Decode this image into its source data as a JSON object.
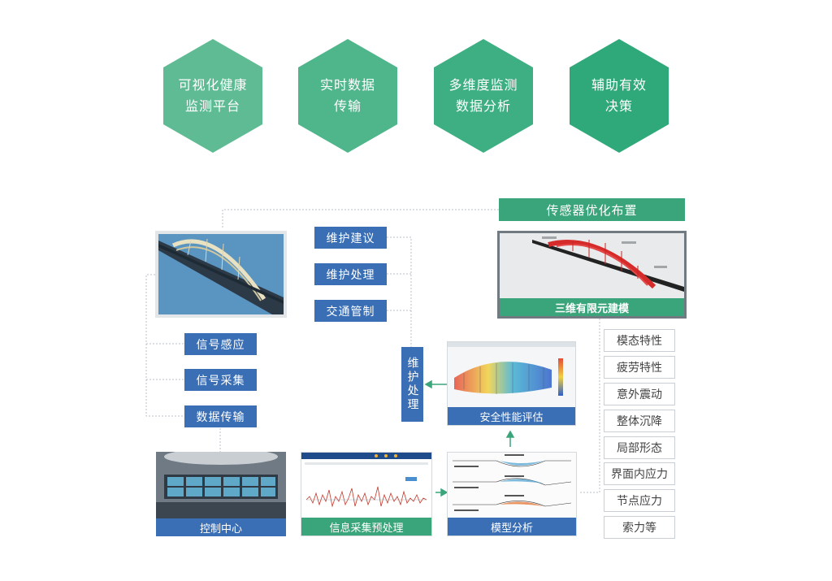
{
  "hexagons": [
    {
      "line1": "可视化健康",
      "line2": "监测平台",
      "color": "#5fbb93"
    },
    {
      "line1": "实时数据",
      "line2": "传输",
      "color": "#4fb58b"
    },
    {
      "line1": "多维度监测",
      "line2": "数据分析",
      "color": "#3eaf83"
    },
    {
      "line1": "辅助有效",
      "line2": "决策",
      "color": "#2fa97a"
    }
  ],
  "maintenance": {
    "suggest": "维护建议",
    "handle": "维护处理",
    "traffic": "交通管制",
    "vertical": "维护处理"
  },
  "signals": {
    "sense": "信号感应",
    "collect": "信号采集",
    "transmit": "数据传输"
  },
  "sensor_layout": "传感器优化布置",
  "fem_caption": "三维有限元建模",
  "safety_caption": "安全性能评估",
  "control_caption": "控制中心",
  "info_caption": "信息采集预处理",
  "model_caption": "模型分析",
  "properties": [
    "模态特性",
    "疲劳特性",
    "意外震动",
    "整体沉降",
    "局部形态",
    "界面内应力",
    "节点应力",
    "索力等"
  ],
  "colors": {
    "blue": "#3a6eb5",
    "green": "#3aa57b"
  }
}
